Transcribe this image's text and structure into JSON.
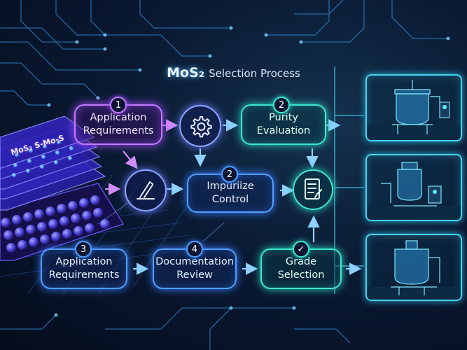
{
  "title": {
    "main": "MoS₂",
    "sub": "Selection Process"
  },
  "material_label": "MoS₂ S-Mo-S",
  "steps": [
    {
      "badge": "1",
      "lines": [
        "Application",
        "Requirements"
      ]
    },
    {
      "badge": "2",
      "lines": [
        "Purity",
        "Evaluation"
      ]
    },
    {
      "badge": "2",
      "lines": [
        "Impuriize",
        "Control"
      ]
    },
    {
      "badge": "3",
      "lines": [
        "Application",
        "Requirements"
      ]
    },
    {
      "badge": "4",
      "lines": [
        "Documentation",
        "Review"
      ]
    },
    {
      "badge": "✓",
      "lines": [
        "Grade",
        "Selection"
      ]
    }
  ],
  "icons": [
    "gear-icon",
    "lab-tools-icon",
    "checklist-icon",
    "reactor-image"
  ],
  "colors": {
    "purple": "#c27bff",
    "teal": "#3fe6cf",
    "blue": "#4fa0ff",
    "background": "#050c1d"
  }
}
